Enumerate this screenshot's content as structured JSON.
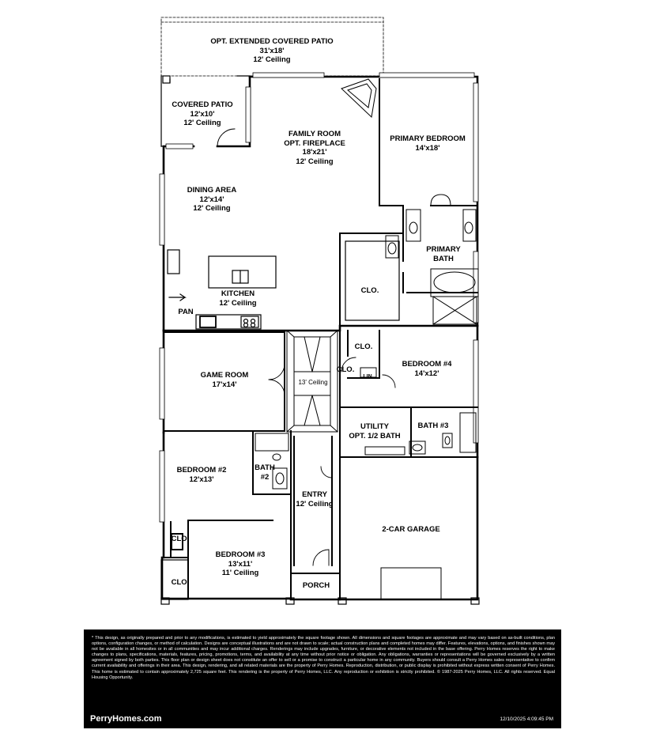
{
  "rooms": {
    "ext_patio": {
      "name": "OPT. EXTENDED COVERED PATIO",
      "size": "31'x18'",
      "ceiling": "12' Ceiling"
    },
    "covered_patio": {
      "name": "COVERED PATIO",
      "size": "12'x10'",
      "ceiling": "12' Ceiling"
    },
    "family_room": {
      "name": "FAMILY ROOM",
      "option": "OPT. FIREPLACE",
      "size": "18'x21'",
      "ceiling": "12' Ceiling"
    },
    "primary_bedroom": {
      "name": "PRIMARY BEDROOM",
      "size": "14'x18'"
    },
    "dining": {
      "name": "DINING AREA",
      "size": "12'x14'",
      "ceiling": "12' Ceiling"
    },
    "primary_bath": {
      "line1": "PRIMARY",
      "line2": "BATH"
    },
    "clo_primary": "CLO.",
    "kitchen": {
      "name": "KITCHEN",
      "ceiling": "12' Ceiling"
    },
    "pan": "PAN",
    "game_room": {
      "name": "GAME ROOM",
      "size": "17'x14'"
    },
    "hall": {
      "ceiling": "13' Ceiling"
    },
    "clo_upper": "CLO.",
    "clo_lower": "CLO.",
    "lin": "LIN.",
    "bedroom4": {
      "name": "BEDROOM #4",
      "size": "14'x12'"
    },
    "utility": {
      "name": "UTILITY",
      "option": "OPT. 1/2 BATH"
    },
    "bath3": "BATH #3",
    "bedroom2": {
      "name": "BEDROOM #2",
      "size": "12'x13'"
    },
    "bath2": {
      "line1": "BATH",
      "line2": "#2"
    },
    "entry": {
      "name": "ENTRY",
      "ceiling": "12' Ceiling"
    },
    "garage": {
      "name": "2-CAR GARAGE"
    },
    "clo_b2": "CLO.",
    "bedroom3": {
      "name": "BEDROOM #3",
      "size": "13'x11'",
      "ceiling": "11' Ceiling"
    },
    "clo_b3": "CLO.",
    "porch": "PORCH"
  },
  "footer": {
    "disclaimer": "* This design, as originally prepared and prior to any modifications, is estimated to yield approximately the square footage shown. All dimensions and square footages are approximate and may vary based on as-built conditions, plan options, configuration changes, or method of calculation. Designs are conceptual illustrations and are not drawn to scale; actual construction plans and completed homes may differ. Features, elevations, options, and finishes shown may not be available in all homesites or in all communities and may incur additional charges. Renderings may include upgrades, furniture, or decorative elements not included in the base offering. Perry Homes reserves the right to make changes to plans, specifications, materials, features, pricing, promotions, terms, and availability at any time without prior notice or obligation. Any obligations, warranties or representations will be governed exclusively by a written agreement signed by both parties. This floor plan or design sheet does not constitute an offer to sell or a promise to construct a particular home in any community. Buyers should consult a Perry Homes sales representative to confirm current availability and offerings in their area. This design, rendering, and all related materials are the property of Perry Homes. Reproduction, distribution, or public display is prohibited without express written consent of Perry Homes. This home is estimated to contain approximately 2,725 square feet. This rendering is the property of Perry Homes, LLC. Any reproduction or exhibition is strictly prohibited. © 1987-2025 Perry Homes, LLC. All rights reserved. Equal Housing Opportunity.",
    "brand": "PerryHomes.com",
    "timestamp": "12/10/2025 4:09:45 PM"
  }
}
